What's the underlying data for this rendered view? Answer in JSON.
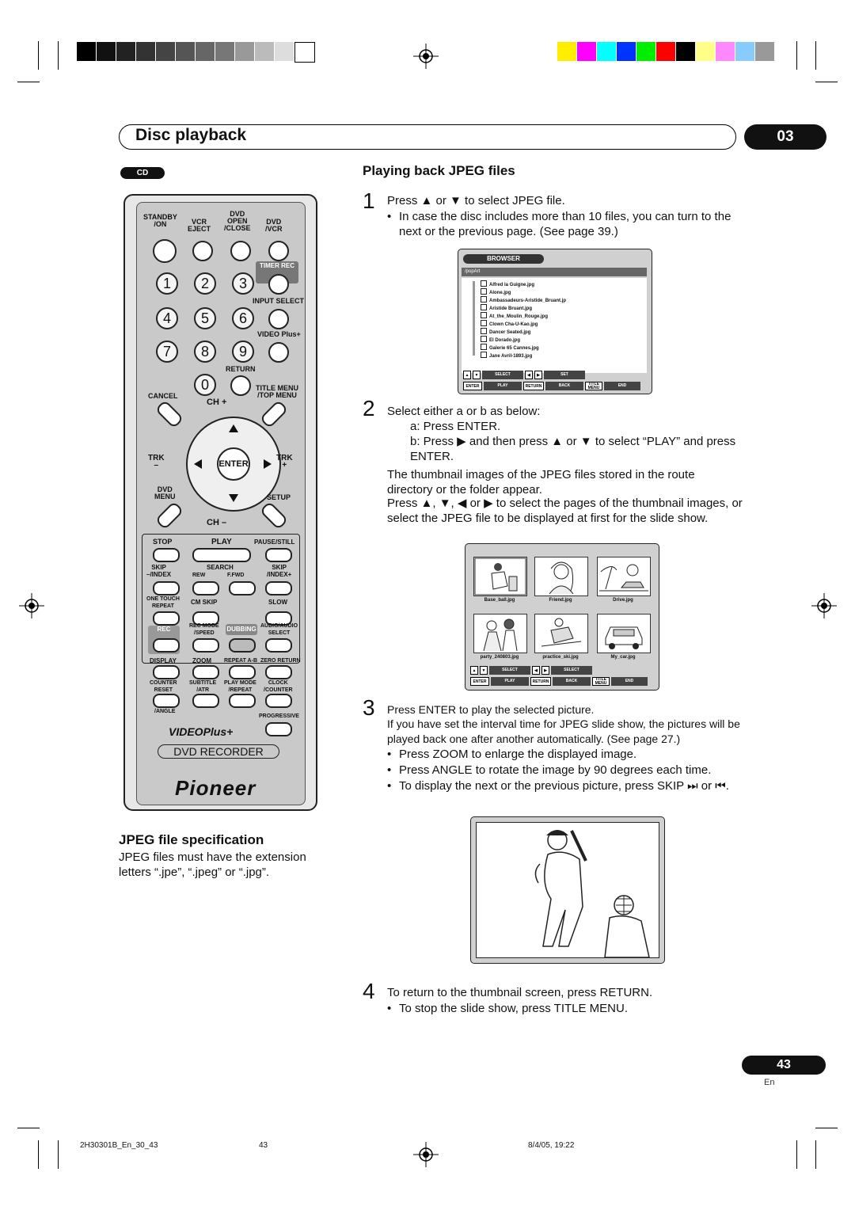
{
  "header": {
    "title": "Disc playback",
    "chapter": "03"
  },
  "badge": "CD",
  "remote": {
    "labels": {
      "standby": "STANDBY\n/ON",
      "vcr_eject": "VCR\nEJECT",
      "dvd_open": "DVD\nOPEN\n/CLOSE",
      "dvd_vcr": "DVD\n/VCR",
      "timer_rec": "TIMER REC",
      "input_select": "INPUT SELECT",
      "video_plus": "VIDEO Plus+",
      "return": "RETURN",
      "cancel": "CANCEL",
      "title_menu": "TITLE MENU\n/TOP MENU",
      "ch_plus": "CH +",
      "ch_minus": "CH –",
      "trk_minus": "TRK\n–",
      "trk_plus": "TRK\n+",
      "enter": "ENTER",
      "dvd_menu": "DVD\nMENU",
      "setup": "SETUP",
      "stop": "STOP",
      "play": "PLAY",
      "pause": "PAUSE/STILL",
      "skip_minus": "SKIP\n–/INDEX",
      "search": "SEARCH",
      "rew": "REW",
      "ffwd": "F.FWD",
      "skip_plus": "SKIP\n/INDEX+",
      "one_touch": "ONE TOUCH\nREPEAT",
      "cm_skip": "CM SKIP",
      "slow": "SLOW",
      "rec": "REC",
      "rec_mode": "REC MODE\n/SPEED",
      "dubbing": "DUBBING",
      "audio": "AUDIO/AUDIO\nSELECT",
      "display": "DISPLAY",
      "zoom": "ZOOM",
      "repeat_ab": "REPEAT A-B",
      "zero_return": "ZERO RETURN",
      "counter": "COUNTER\nRESET",
      "subtitle": "SUBTITLE\n/ATR",
      "play_mode": "PLAY MODE\n/REPEAT",
      "clock": "CLOCK\n/COUNTER",
      "angle": "/ANGLE",
      "progressive": "PROGRESSIVE",
      "videoplus_logo": "VIDEOPlus+",
      "dvd_recorder": "DVD RECORDER",
      "brand": "Pioneer"
    },
    "numbers": [
      "1",
      "2",
      "3",
      "4",
      "5",
      "6",
      "7",
      "8",
      "9",
      "0"
    ]
  },
  "jpeg_spec": {
    "heading": "JPEG file specification",
    "body": "JPEG files must have the extension letters “.jpe”, “.jpeg” or “.jpg”."
  },
  "playing": {
    "heading": "Playing back JPEG files",
    "step1_num": "1",
    "step1": "Press ▲ or ▼ to select JPEG file.",
    "step1_bullet": "In case the disc includes more than 10 files, you can turn to the next or the previous page. (See page 39.)",
    "step2_num": "2",
    "step2": "Select either a or b as below:",
    "step2_a": "a: Press ENTER.",
    "step2_b": "b: Press ▶ and then press ▲ or ▼ to select “PLAY” and press ENTER.",
    "step2_p1": "The thumbnail images of the JPEG files stored in the route directory or the folder appear.",
    "step2_p2": "Press ▲, ▼, ◀ or ▶ to select the pages of the thumbnail images, or select the JPEG file to be displayed at first for the slide show.",
    "step3_num": "3",
    "step3": "Press ENTER to play the selected picture.",
    "step3_p": "If you have set the interval time for JPEG slide show, the pictures will be played back one after another automatically. (See page 27.)",
    "step3_b1": "Press ZOOM to enlarge the displayed image.",
    "step3_b2": "Press ANGLE to rotate the image by 90 degrees each time.",
    "step3_b3": "To display the next or the previous picture, press SKIP ⏭ or ⏮.",
    "step4_num": "4",
    "step4": "To return to the thumbnail screen, press RETURN.",
    "step4_b": "To stop the slide show, press TITLE MENU."
  },
  "browser": {
    "title": "BROWSER",
    "path": "/popArt",
    "files": [
      "Alfred la Guigne.jpg",
      "Alone.jpg",
      "Ambassadeurs-Aristide_Bruant.jp",
      "Aristide Bruant.jpg",
      "At_the_Moulin_Rouge.jpg",
      "Clown Cha-U-Kao.jpg",
      "Dancer Seated.jpg",
      "El Dorado.jpg",
      "Galerie 65 Cannes.jpg",
      "Jane Avril-1893.jpg"
    ],
    "keys": {
      "select": "SELECT",
      "set": "SET",
      "enter": "ENTER",
      "play": "PLAY",
      "return": "RETURN",
      "back": "BACK",
      "title_menu": "TITLE MENU",
      "end": "END"
    }
  },
  "thumbnails": {
    "files": [
      "Base_ball.jpg",
      "Friend.jpg",
      "Drive.jpg",
      "party_240803.jpg",
      "practice_ski.jpg",
      "My_car.jpg"
    ],
    "keys": {
      "select1": "SELECT",
      "select2": "SELECT",
      "enter": "ENTER",
      "play": "PLAY",
      "return": "RETURN",
      "back": "BACK",
      "title_menu": "TITLE MENU",
      "end": "END"
    }
  },
  "page": {
    "number": "43",
    "lang": "En"
  },
  "footer": {
    "code": "2H30301B_En_30_43",
    "page": "43",
    "date": "8/4/05, 19:22"
  },
  "colors": {
    "accent": "#111111",
    "panel": "#d0d0d0"
  }
}
